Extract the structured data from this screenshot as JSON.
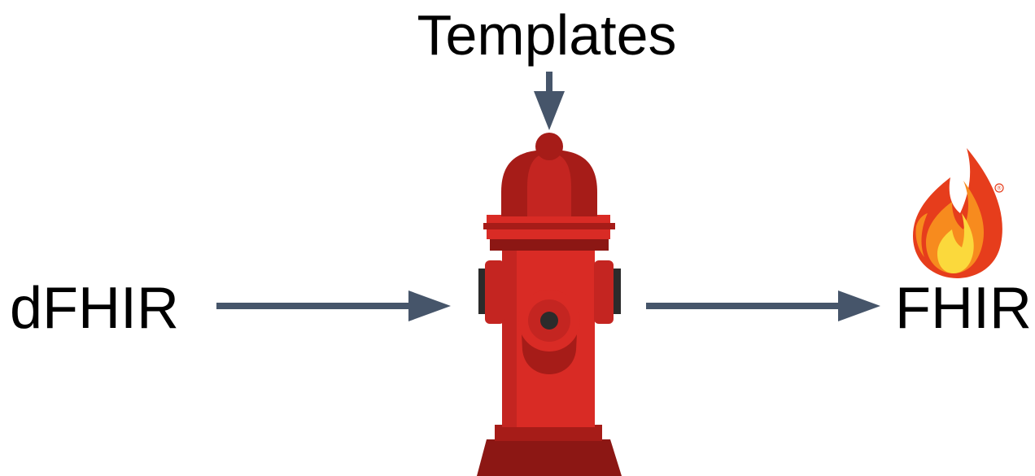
{
  "diagram": {
    "top_label": "Templates",
    "input_label": "dFHIR",
    "output_label": "FHIR",
    "logo_registered_mark": "®"
  },
  "colors": {
    "arrow": "#46556a",
    "hydrant_main": "#d92b25",
    "hydrant_dark": "#a61c18",
    "hydrant_darker": "#8c1714",
    "flame_red": "#e63d1c",
    "flame_orange": "#f78b1e",
    "flame_yellow": "#fbd93c"
  },
  "icons": {
    "center": "fire-hydrant-icon",
    "output_logo": "fhir-flame-icon"
  }
}
